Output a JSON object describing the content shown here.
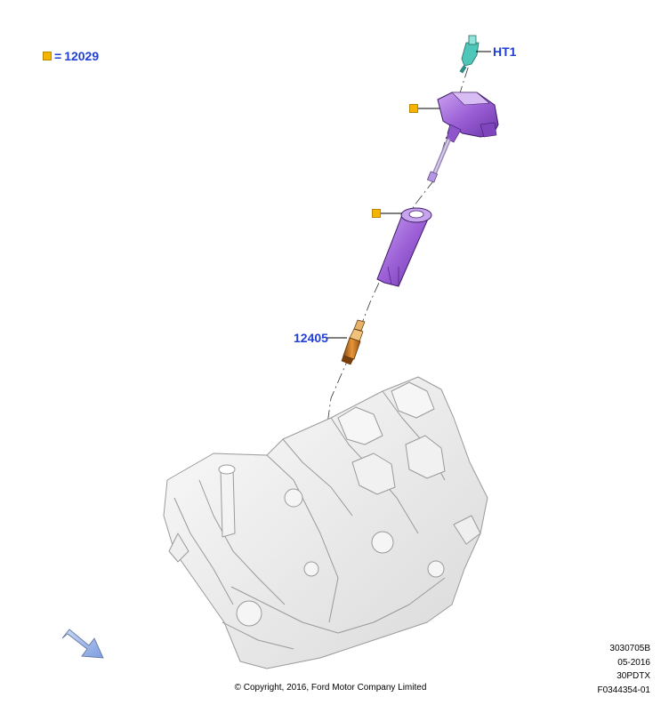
{
  "legend": {
    "symbol": "square-marker-icon",
    "equals": "=",
    "part": "12029"
  },
  "callouts": {
    "ht1": "HT1",
    "spark_plug": "12405"
  },
  "info": {
    "code": "3030705B",
    "date": "05-2016",
    "model": "30PDTX",
    "figure": "F0344354-01"
  },
  "copyright": "© Copyright, 2016, Ford Motor Company Limited",
  "colors": {
    "callout_blue": "#1f3fd6",
    "marker_yellow": "#f5b400",
    "coil_purple": "#9b5fd6",
    "plug_orange": "#c8741a",
    "connector_teal": "#4fc7b8"
  }
}
